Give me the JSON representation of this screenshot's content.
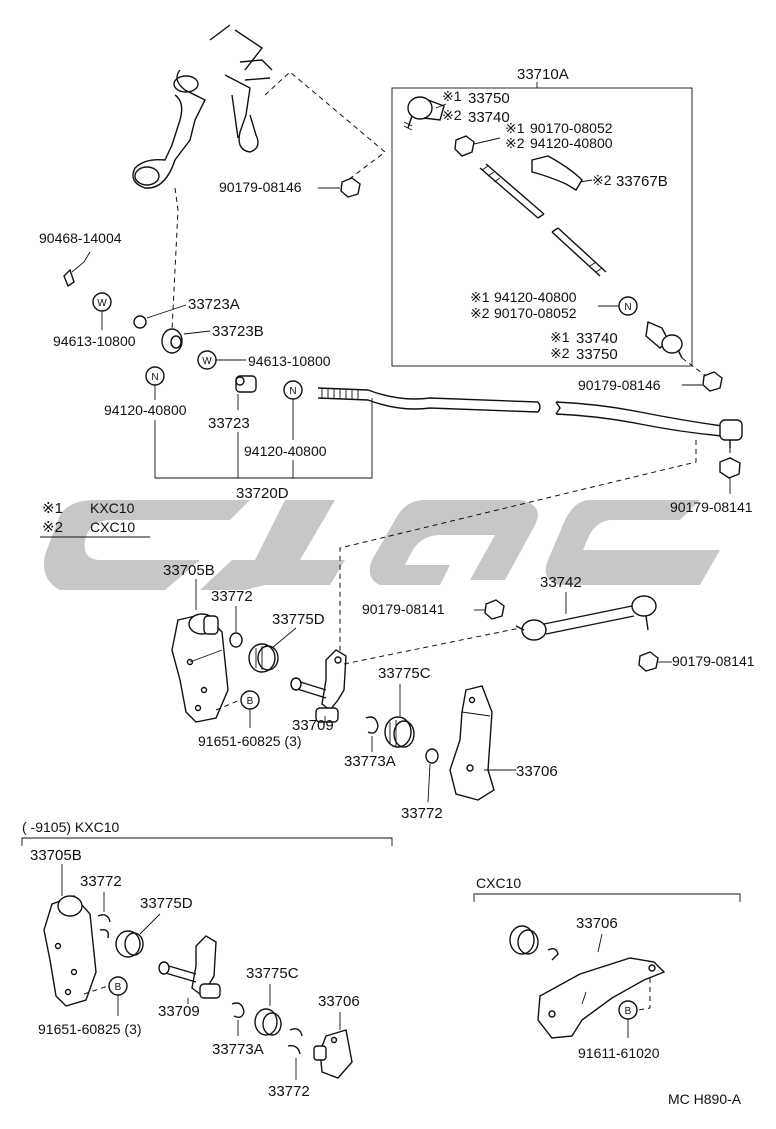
{
  "labels": {
    "asm_top_right": "33710A",
    "p33750_a": "33750",
    "p33740_a": "33740",
    "n90170_08052_a": "90170-08052",
    "n94120_40800_a": "94120-40800",
    "n90179_08146_a": "90179-08146",
    "p33767B": "33767B",
    "n94120_40800_b": "94120-40800",
    "n90170_08052_b": "90170-08052",
    "p33740_b": "33740",
    "p33750_b": "33750",
    "n90179_08146_b": "90179-08146",
    "n90468_14004": "90468-14004",
    "p33723A": "33723A",
    "n94613_10800_a": "94613-10800",
    "p33723B": "33723B",
    "n94613_10800_b": "94613-10800",
    "n94120_40800_c": "94120-40800",
    "p33723": "33723",
    "n94120_40800_d": "94120-40800",
    "p33720D": "33720D",
    "n90179_08141_a": "90179-08141",
    "legend_1_code": "KXC10",
    "legend_2_code": "CXC10",
    "p33705B_a": "33705B",
    "p33772_a": "33772",
    "p33775D_a": "33775D",
    "p33742": "33742",
    "n90179_08141_b": "90179-08141",
    "n90179_08141_c": "90179-08141",
    "p33775C_a": "33775C",
    "p33709_a": "33709",
    "n91651_60825_a": "91651-60825 (3)",
    "p33773A_a": "33773A",
    "p33706_a": "33706",
    "p33772_b": "33772",
    "section_kxc": "(      -9105) KXC10",
    "p33705B_b": "33705B",
    "p33772_c": "33772",
    "p33775D_b": "33775D",
    "p33709_b": "33709",
    "n91651_60825_b": "91651-60825 (3)",
    "p33775C_b": "33775C",
    "p33706_b": "33706",
    "p33773A_b": "33773A",
    "p33772_d": "33772",
    "section_cxc": "CXC10",
    "p33706_c": "33706",
    "n91611_61020": "91611-61020",
    "diagram_code": "MC H890-A"
  },
  "marks": {
    "star1": "※1",
    "star2": "※2",
    "washer": "W",
    "nut": "N",
    "bolt": "B"
  },
  "colors": {
    "line": "#111111",
    "watermark": "#bdbdbd",
    "background": "#ffffff"
  }
}
